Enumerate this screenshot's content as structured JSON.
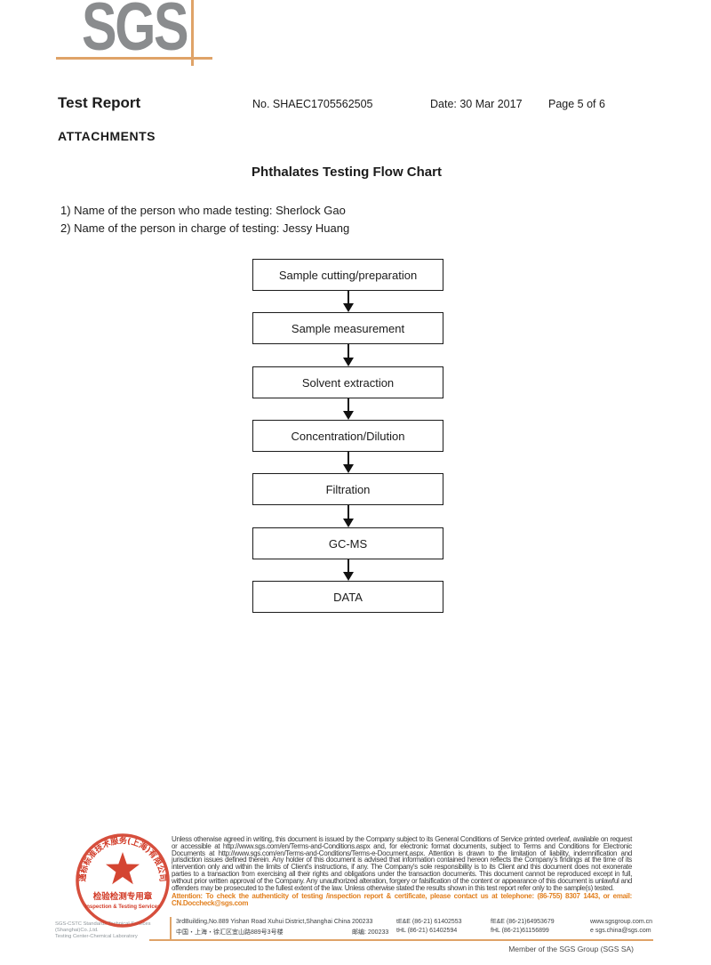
{
  "logo": {
    "text": "SGS"
  },
  "header": {
    "title": "Test Report",
    "report_no": "No. SHAEC1705562505",
    "date": "Date: 30 Mar 2017",
    "page": "Page 5 of 6"
  },
  "attachments_label": "ATTACHMENTS",
  "flow_title": "Phthalates Testing Flow Chart",
  "notes": [
    "1) Name of the person who made testing: Sherlock Gao",
    "2) Name of the person in charge of testing: Jessy Huang"
  ],
  "flowchart": {
    "steps": [
      "Sample cutting/preparation",
      "Sample measurement",
      "Solvent extraction",
      "Concentration/Dilution",
      "Filtration",
      "GC-MS",
      "DATA"
    ]
  },
  "stamp": {
    "ring_text": "通标标准技术服务(上海)有限公司",
    "seal_title": "检验检测专用章",
    "seal_subtitle": "Inspection & Testing Services",
    "company_line1": "SGS-CSTC Standards Technical Services (Shanghai)Co.,Ltd.",
    "company_line2": "Testing Center-Chemical Laboratory"
  },
  "footer": {
    "legal": "Unless otherwise agreed in writing, this document is issued by the Company subject to its General Conditions of Service printed overleaf, available on request or accessible at http://www.sgs.com/en/Terms-and-Conditions.aspx and, for electronic format documents, subject to Terms and Conditions for Electronic Documents at http://www.sgs.com/en/Terms-and-Conditions/Terms-e-Document.aspx. Attention is drawn to the limitation of liability, indemnification and jurisdiction issues defined therein. Any holder of this document is advised that information contained hereon reflects the Company's findings at the time of its intervention only and within the limits of Client's instructions, if any. The Company's sole responsibility is to its Client and this document does not exonerate parties to a transaction from exercising all their rights and obligations under the transaction documents. This document cannot be reproduced except in full, without prior written approval of the Company. Any unauthorized alteration, forgery or falsification of the content or appearance of this document is unlawful and offenders may be prosecuted to the fullest extent of the law. Unless otherwise stated the results shown in this test report refer only to the sample(s) tested.",
    "attention": "Attention: To check the authenticity of testing /inspection report & certificate, please contact us at telephone: (86-755) 8307 1443, or email: CN.Doccheck@sgs.com",
    "address_en": "3rdBuilding,No.889 Yishan Road Xuhui District,Shanghai China",
    "postcode_en": "200233",
    "tel1": "tE&E (86-21) 61402553",
    "fax1": "fE&E (86-21)64953679",
    "web": "www.sgsgroup.com.cn",
    "address_cn": "中国・上海・徐汇区宜山路889号3号楼",
    "postcode_cn": "邮编: 200233",
    "tel2": "tHL (86-21) 61402594",
    "fax2": "fHL (86-21)61156899",
    "email": "e sgs.china@sgs.com",
    "member": "Member of the SGS Group (SGS SA)"
  },
  "colors": {
    "accent_orange": "#dfa368",
    "attention_orange": "#e2801f",
    "stamp_red": "#d23b27",
    "logo_gray": "#8a8c8e"
  }
}
